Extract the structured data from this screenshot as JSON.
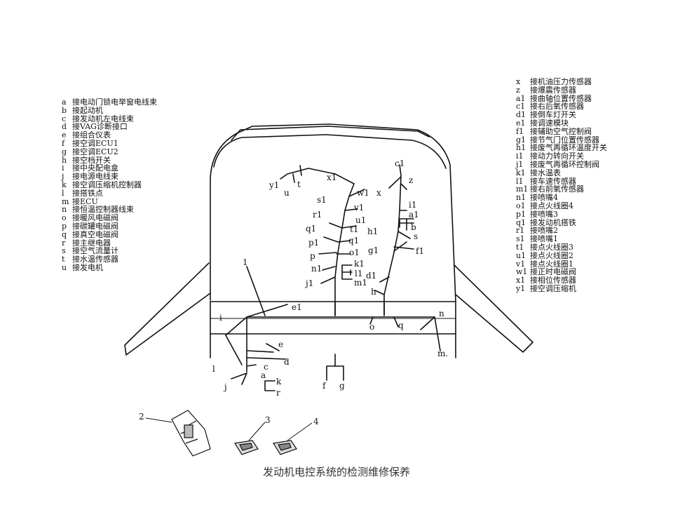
{
  "legend_left": [
    {
      "key": "a",
      "text": "接电动门锁电举窗电线束"
    },
    {
      "key": "b",
      "text": "接起动机"
    },
    {
      "key": "c",
      "text": "接发动机左电线束"
    },
    {
      "key": "d",
      "text": "接VAG诊断接口"
    },
    {
      "key": "e",
      "text": "接组合仪表"
    },
    {
      "key": "f",
      "text": "接空调ECU1"
    },
    {
      "key": "g",
      "text": "接空调ECU2"
    },
    {
      "key": "h",
      "text": "接空档开关"
    },
    {
      "key": "i",
      "text": "接中央配电盒"
    },
    {
      "key": "j",
      "text": "接电源电线束"
    },
    {
      "key": "k",
      "text": "接空调压缩机控制器"
    },
    {
      "key": "l",
      "text": "接搭铁点"
    },
    {
      "key": "m",
      "text": "接ECU"
    },
    {
      "key": "n",
      "text": "接恒温控制器线束"
    },
    {
      "key": "o",
      "text": "接暖风电磁阀"
    },
    {
      "key": "p",
      "text": "接碳罐电磁阀"
    },
    {
      "key": "q",
      "text": "接真空电磁阀"
    },
    {
      "key": "r",
      "text": "接主继电器"
    },
    {
      "key": "s",
      "text": "接空气流量计"
    },
    {
      "key": "t",
      "text": "接水温传感器"
    },
    {
      "key": "u",
      "text": "接发电机"
    }
  ],
  "legend_right": [
    {
      "key": "x",
      "text": "接机油压力传感器"
    },
    {
      "key": "z",
      "text": "接爆震传感器"
    },
    {
      "key": "a1",
      "text": "接曲轴位置传感器"
    },
    {
      "key": "c1",
      "text": "接右后氧传感器"
    },
    {
      "key": "d1",
      "text": "接倒车灯开关"
    },
    {
      "key": "e1",
      "text": "接调速模块"
    },
    {
      "key": "f1",
      "text": "接辅助空气控制阀"
    },
    {
      "key": "g1",
      "text": "接节气门位置传感器"
    },
    {
      "key": "h1",
      "text": "接废气再循环温度开关"
    },
    {
      "key": "i1",
      "text": "接动力转向开关"
    },
    {
      "key": "j1",
      "text": "接废气再循环控制阀"
    },
    {
      "key": "k1",
      "text": "接水温表"
    },
    {
      "key": "l1",
      "text": "接车速传感器"
    },
    {
      "key": "m1",
      "text": "接右前氧传感器"
    },
    {
      "key": "n1",
      "text": "接喷嘴4"
    },
    {
      "key": "o1",
      "text": "接点火线圈4"
    },
    {
      "key": "p1",
      "text": "接喷嘴3"
    },
    {
      "key": "q1",
      "text": "接发动机搭铁"
    },
    {
      "key": "r1",
      "text": "接喷嘴2"
    },
    {
      "key": "s1",
      "text": "接喷嘴1"
    },
    {
      "key": "t1",
      "text": "接点火线圈3"
    },
    {
      "key": "u1",
      "text": "接点火线圈2"
    },
    {
      "key": "v1",
      "text": "接点火线圈1"
    },
    {
      "key": "w1",
      "text": "接正时电磁阀"
    },
    {
      "key": "x1",
      "text": "接相位传感器"
    },
    {
      "key": "y1",
      "text": "接空调压缩机"
    }
  ],
  "diagram_labels": [
    {
      "id": "y1",
      "text": "y1"
    },
    {
      "id": "u",
      "text": "u"
    },
    {
      "id": "t",
      "text": "t"
    },
    {
      "id": "x1",
      "text": "x1"
    },
    {
      "id": "s1",
      "text": "s1"
    },
    {
      "id": "w1",
      "text": "w1"
    },
    {
      "id": "v1",
      "text": "v1"
    },
    {
      "id": "r1",
      "text": "r1"
    },
    {
      "id": "u1",
      "text": "u1"
    },
    {
      "id": "q1",
      "text": "q1"
    },
    {
      "id": "t1",
      "text": "t1"
    },
    {
      "id": "q1b",
      "text": "q1"
    },
    {
      "id": "p1",
      "text": "p1"
    },
    {
      "id": "o1",
      "text": "o1"
    },
    {
      "id": "p",
      "text": "p"
    },
    {
      "id": "k1",
      "text": "k1"
    },
    {
      "id": "n1",
      "text": "n1"
    },
    {
      "id": "l1",
      "text": "l1"
    },
    {
      "id": "m1",
      "text": "m1"
    },
    {
      "id": "j1",
      "text": "j1"
    },
    {
      "id": "c1",
      "text": "c1"
    },
    {
      "id": "x",
      "text": "x"
    },
    {
      "id": "z",
      "text": "z"
    },
    {
      "id": "i1",
      "text": "i1"
    },
    {
      "id": "a1",
      "text": "a1"
    },
    {
      "id": "b",
      "text": "b"
    },
    {
      "id": "h1",
      "text": "h1"
    },
    {
      "id": "s",
      "text": "s"
    },
    {
      "id": "g1",
      "text": "g1"
    },
    {
      "id": "f1",
      "text": "f1"
    },
    {
      "id": "d1",
      "text": "d1"
    },
    {
      "id": "h",
      "text": "h"
    },
    {
      "id": "num1",
      "text": "1"
    },
    {
      "id": "e1",
      "text": "e1"
    },
    {
      "id": "i",
      "text": "i"
    },
    {
      "id": "n",
      "text": "n"
    },
    {
      "id": "o",
      "text": "o"
    },
    {
      "id": "q",
      "text": "q"
    },
    {
      "id": "e",
      "text": "e"
    },
    {
      "id": "m",
      "text": "m."
    },
    {
      "id": "d",
      "text": "d"
    },
    {
      "id": "c",
      "text": "c"
    },
    {
      "id": "l",
      "text": "l"
    },
    {
      "id": "a",
      "text": "a"
    },
    {
      "id": "j",
      "text": "j"
    },
    {
      "id": "k",
      "text": "k"
    },
    {
      "id": "r",
      "text": "r"
    },
    {
      "id": "f",
      "text": "f"
    },
    {
      "id": "g",
      "text": "g"
    },
    {
      "id": "num2",
      "text": "2"
    },
    {
      "id": "num3",
      "text": "3"
    },
    {
      "id": "num4",
      "text": "4"
    }
  ],
  "caption": "发动机电控系统的检测维修保养"
}
